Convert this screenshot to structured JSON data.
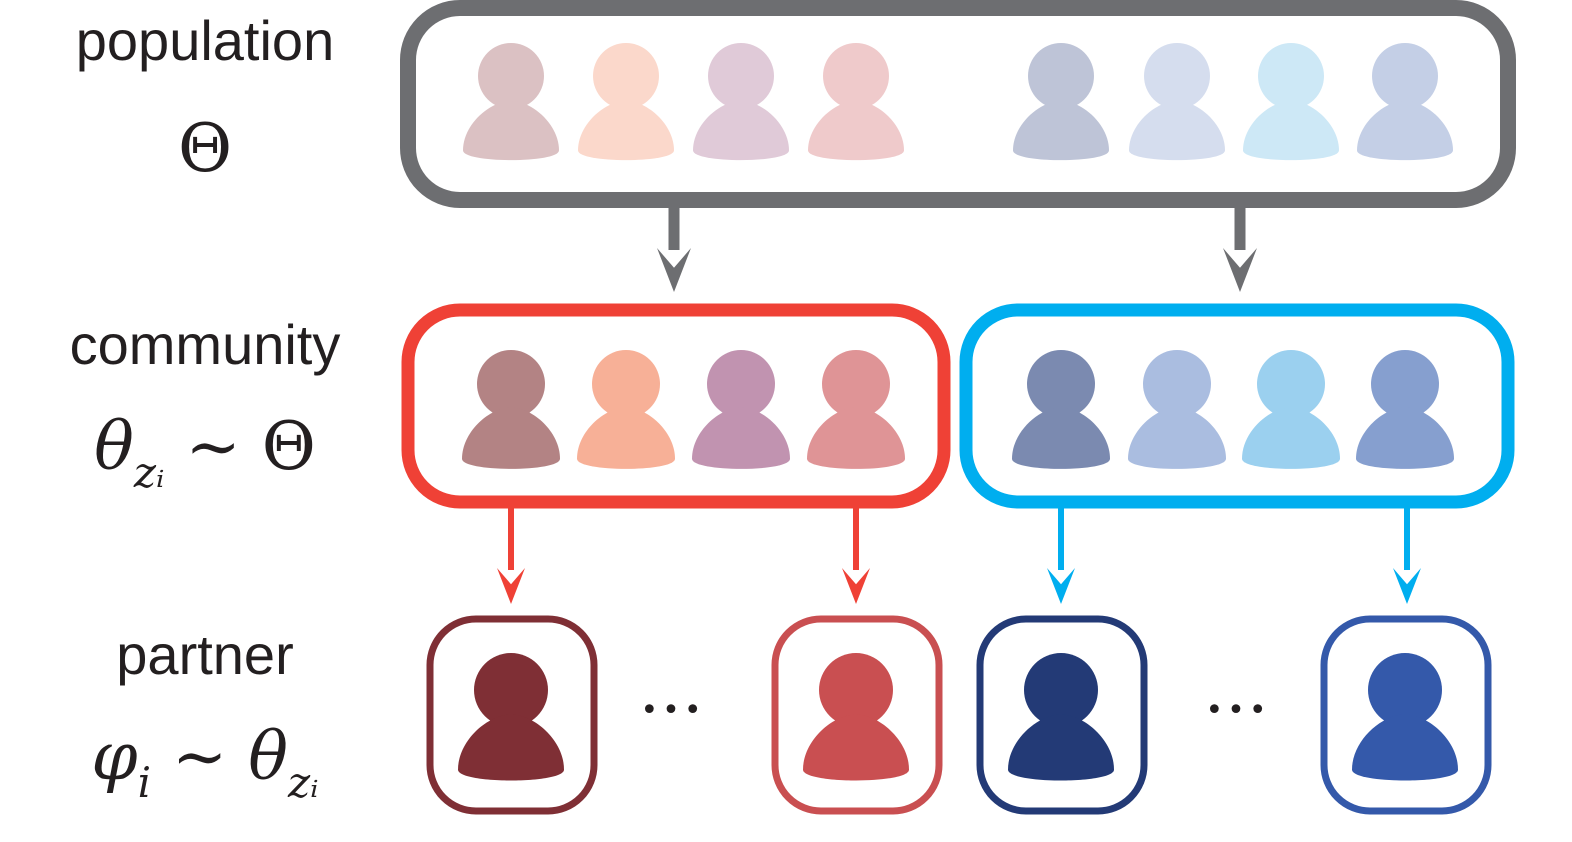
{
  "levels": {
    "population": {
      "label": "population",
      "math": "Θ"
    },
    "community": {
      "label": "community",
      "math_lhs": "θ",
      "math_sub": "zᵢ",
      "math_op": "∼",
      "math_rhs": "Θ"
    },
    "partner": {
      "label": "partner",
      "math_lhs": "φ",
      "math_lhs_sub": "i",
      "math_op": "∼",
      "math_rhs": "θ",
      "math_rhs_sub": "zᵢ"
    }
  },
  "ellipsis": "•••",
  "colors": {
    "population_border": "#6d6e71",
    "community_red_border": "#ef4136",
    "community_blue_border": "#00aeef",
    "population_people": [
      "#dbc1c3",
      "#fbd8cb",
      "#e0cad8",
      "#efcacb",
      "#bec4d7",
      "#d5ddee",
      "#cde8f6",
      "#c4cfe6"
    ],
    "community_people": [
      "#b38384",
      "#f7b097",
      "#c193b0",
      "#df9496",
      "#7b8ab0",
      "#aabde0",
      "#9bd0ef",
      "#869fcf"
    ],
    "partner_people": [
      "#7f2f35",
      "#c94f51",
      "#233a76",
      "#3459aa"
    ]
  }
}
